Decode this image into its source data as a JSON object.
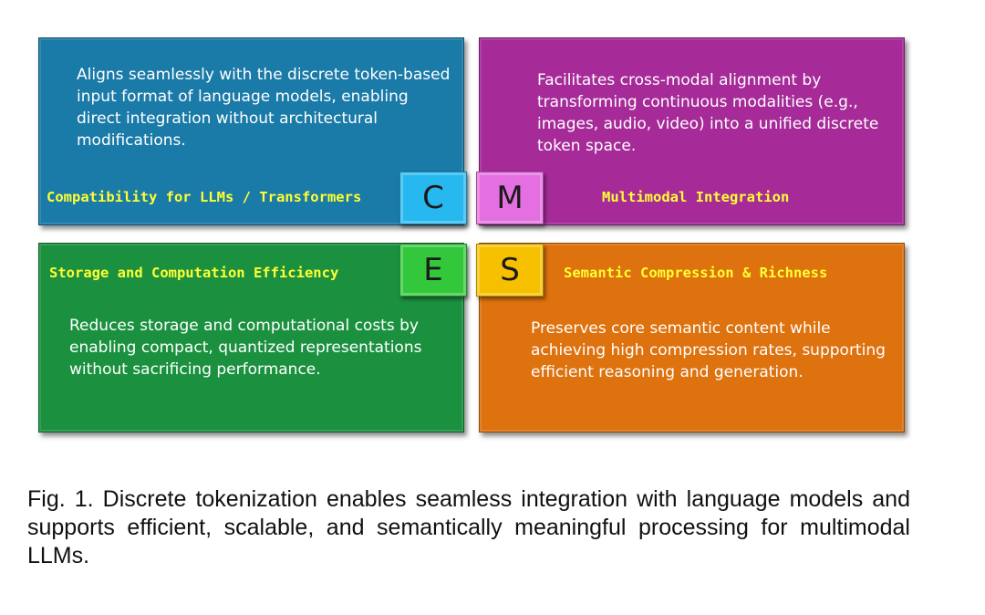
{
  "quadrants": {
    "compatibility": {
      "letter": "C",
      "title": "Compatibility for LLMs / Transformers",
      "body": "Aligns seamlessly with the discrete token-based input format of language models, enabling direct integration without architectural modifications.",
      "color": "#1a7aa8",
      "letter_color": "#27b8ef"
    },
    "multimodal": {
      "letter": "M",
      "title": "Multimodal Integration",
      "body": "Facilitates cross-modal alignment by transforming continuous modalities (e.g., images, audio, video) into a unified discrete token space.",
      "color": "#a62b99",
      "letter_color": "#e46fe0"
    },
    "efficiency": {
      "letter": "E",
      "title": "Storage and Computation Efficiency",
      "body": "Reduces storage and computational costs by enabling compact, quantized representations without sacrificing performance.",
      "color": "#1b9140",
      "letter_color": "#33c83c"
    },
    "semantic": {
      "letter": "S",
      "title": "Semantic Compression & Richness",
      "body": "Preserves core semantic content while achieving high compression rates, supporting efficient reasoning and generation.",
      "color": "#dd720f",
      "letter_color": "#f6c000"
    }
  },
  "title_color": "#ffff33",
  "caption": "Fig. 1. Discrete tokenization enables seamless integration with language models and supports efficient, scalable, and semantically meaningful processing for multimodal LLMs."
}
